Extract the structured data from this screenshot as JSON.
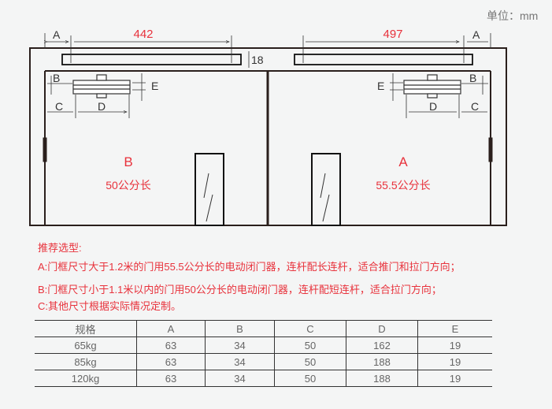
{
  "unit_label": "单位：mm",
  "diagram": {
    "left_rail_length": "442",
    "right_rail_length": "497",
    "rail_height": "18",
    "dim_labels": {
      "a": "A",
      "b": "B",
      "c": "C",
      "d": "D",
      "e": "E"
    },
    "left_door": {
      "type": "B",
      "size": "50公分长"
    },
    "right_door": {
      "type": "A",
      "size": "55.5公分长"
    },
    "accent_color": "#e8323c"
  },
  "notes": {
    "title": "推荐选型:",
    "a": "A:门框尺寸大于1.2米的门用55.5公分长的电动闭门器，连杆配长连杆，适合推门和拉门方向；",
    "b": "B:门框尺寸小于1.1米以内的门用50公分长的电动闭门器，连杆配短连杆，适合拉门方向；",
    "c": "C:其他尺寸根据实际情况定制。"
  },
  "table": {
    "headers": [
      "规格",
      "A",
      "B",
      "C",
      "D",
      "E"
    ],
    "rows": [
      [
        "65kg",
        "63",
        "34",
        "50",
        "162",
        "19"
      ],
      [
        "85kg",
        "63",
        "34",
        "50",
        "188",
        "19"
      ],
      [
        "120kg",
        "63",
        "34",
        "50",
        "188",
        "19"
      ]
    ]
  }
}
